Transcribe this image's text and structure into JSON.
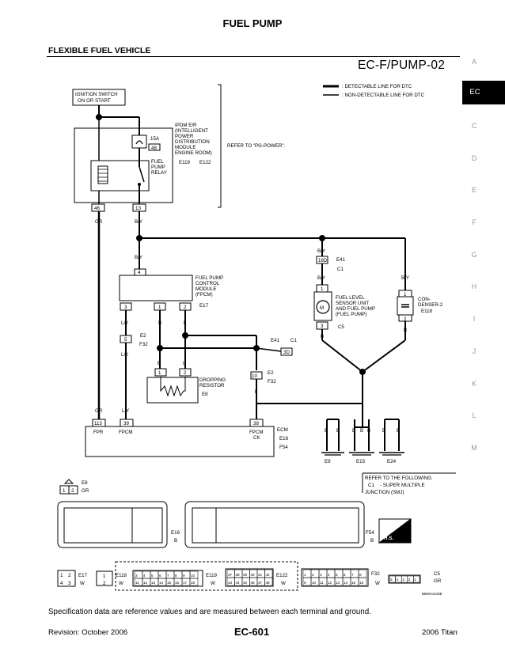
{
  "header": {
    "title": "FUEL PUMP",
    "section": "FLEXIBLE FUEL VEHICLE",
    "diagram_code": "EC-F/PUMP-02"
  },
  "legend": {
    "detectable": ": DETECTABLE LINE FOR DTC",
    "non_detectable": ": NON-DETECTABLE LINE FOR DTC"
  },
  "sidebar": {
    "letters": [
      "A",
      "EC",
      "C",
      "D",
      "E",
      "F",
      "G",
      "H",
      "I",
      "J",
      "K",
      "L",
      "M"
    ],
    "active": "EC"
  },
  "ignition": {
    "line1": "IGNITION SWITCH",
    "line2": "ON OR START"
  },
  "ipdm": {
    "fuse": "15A",
    "fuse_no": "48",
    "desc": [
      "IPDM E/R",
      "(INTELLIGENT",
      "POWER",
      "DISTRIBUTION",
      "MODULE",
      "ENGINE ROOM)"
    ],
    "conn1": "E119",
    "conn2": "E122",
    "relay": [
      "FUEL",
      "PUMP",
      "RELAY"
    ],
    "refer": "REFER TO \"PG-POWER\".",
    "pin_left": "46",
    "pin_right": "13",
    "wire_left": "GR",
    "wire_right": "B/Y"
  },
  "fpcm": {
    "label": [
      "FUEL PUMP",
      "CONTROL",
      "MODULE",
      "(FPCM)"
    ],
    "conn": "E17",
    "pin_top": "4",
    "pins_bottom": [
      "3",
      "1",
      "2"
    ],
    "wires_bottom": [
      "L/Y",
      "B",
      "L"
    ],
    "wire_top": "B/Y"
  },
  "joints": {
    "e2_pin": "5",
    "e2": "E2",
    "f32": "F32",
    "e2_pin_right": "10",
    "e41": "E41",
    "c1": "C1",
    "pin_3d": "3D",
    "pin_16d": "16D"
  },
  "fuel_level": {
    "label": [
      "FUEL LEVEL",
      "SENSOR UNIT",
      "AND FUEL PUMP",
      "(FUEL PUMP)"
    ],
    "conn": "C5",
    "pin_top": "1",
    "pin_bottom": "3",
    "wire_top": "B/Y",
    "wire_bottom": "B",
    "motor": "M"
  },
  "condenser": {
    "label": [
      "CON-",
      "DENSER-2"
    ],
    "conn": "E118",
    "pin_top": "1",
    "pin_bottom": "2",
    "wire_top": "B/Y",
    "wire_bottom": "B"
  },
  "resistor": {
    "label": [
      "DROPPING",
      "RESISTOR"
    ],
    "conn": "E8",
    "pins": [
      "1",
      "2"
    ],
    "wires": [
      "B",
      "L"
    ]
  },
  "ecm": {
    "label": "ECM",
    "conn1": "E16",
    "conn2": "F54",
    "pins": [
      "113",
      "39",
      "38"
    ],
    "wires": [
      "GR",
      "L/Y",
      "L"
    ],
    "pin_labels": [
      "FPR",
      "FPCM",
      "FPCM\nCK"
    ],
    "fpcm_ck_1": "FPCM",
    "fpcm_ck_2": "CK"
  },
  "grounds": {
    "wires": [
      "B",
      "B",
      "B",
      "B",
      "B",
      "B",
      "B"
    ],
    "labels": [
      "E9",
      "E15",
      "E24"
    ]
  },
  "refer_box": {
    "line1": "REFER TO THE FOLLOWING.",
    "c1": "C1",
    "line2": "- SUPER MULTIPLE",
    "line3": "JUNCTION (SMJ)"
  },
  "connectors": {
    "e8": "E8",
    "e8_pins": [
      "1",
      "2"
    ],
    "e8_color": "GR",
    "e16": "E16",
    "e16_color": "B",
    "f54": "F54",
    "f54_color": "B",
    "hs": "H.S.",
    "e17": "E17",
    "e17_color": "W",
    "e118": "E118",
    "e118_color": "W",
    "e119": "E119",
    "e119_color": "W",
    "e122": "E122",
    "e122_color": "W",
    "f32": "F32",
    "f32_color": "W",
    "c5": "C5",
    "c5_color": "GR",
    "e17_pins": [
      "1",
      "2",
      "4",
      "3"
    ],
    "e118_pins": [
      "1",
      "2"
    ],
    "e119_pins": [
      "3",
      "4",
      "5",
      "6",
      "7",
      "8",
      "9",
      "10",
      "11",
      "12",
      "13",
      "14",
      "15",
      "16",
      "17",
      "18"
    ],
    "e122_pins": [
      "37",
      "38",
      "39",
      "40",
      "41",
      "42",
      "43",
      "44",
      "45",
      "46",
      "47",
      "48"
    ],
    "f32_pins": [
      "1",
      "2",
      "3",
      "4",
      "5",
      "6",
      "7",
      "8",
      "9",
      "10",
      "11",
      "12",
      "13",
      "14",
      "15",
      "16"
    ],
    "c5_pins": [
      "5",
      "4",
      "3",
      "2",
      "1"
    ]
  },
  "code": "BBWA2118E",
  "spec": "Specification data are reference values and are measured between each terminal and ground.",
  "footer": {
    "revision": "Revision: October 2006",
    "page": "EC-601",
    "model": "2006 Titan"
  }
}
